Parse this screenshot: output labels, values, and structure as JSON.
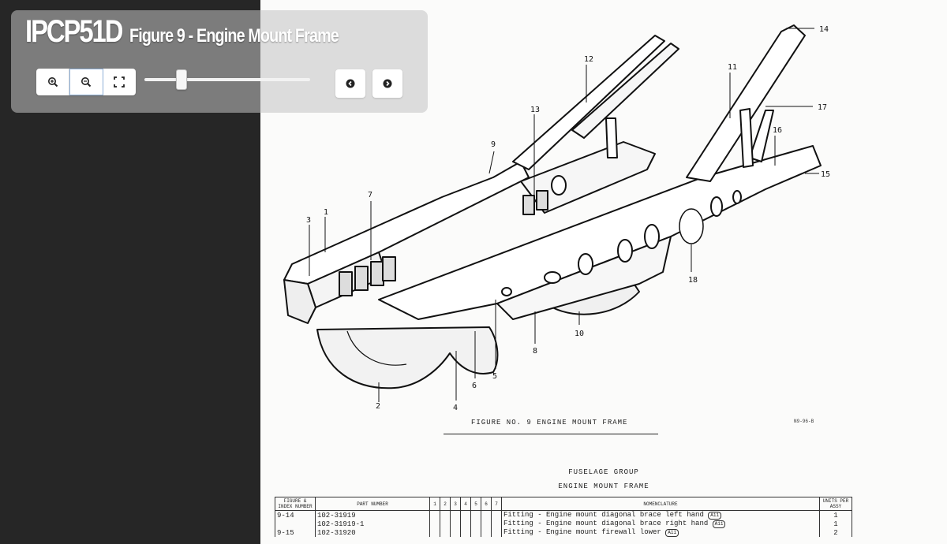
{
  "viewer": {
    "code": "IPCP51D",
    "figure_title": "Figure 9 - Engine Mount Frame",
    "zoom_level": 0.22,
    "icons": {
      "zoom_in": "zoom-in-icon",
      "zoom_out": "zoom-out-icon",
      "fit": "fullscreen-icon",
      "prev": "chevron-left-icon",
      "next": "chevron-right-icon"
    }
  },
  "document": {
    "callouts": [
      "14",
      "12",
      "11",
      "17",
      "13",
      "16",
      "15",
      "9",
      "7",
      "3",
      "1",
      "18",
      "10",
      "8",
      "5",
      "6",
      "4",
      "2"
    ],
    "figure_caption": "FIGURE NO. 9  ENGINE MOUNT FRAME",
    "figure_code": "N9-96-B",
    "group_heading": "FUSELAGE GROUP",
    "section_heading": "ENGINE MOUNT FRAME",
    "table": {
      "headers": {
        "index": "FIGURE & INDEX NUMBER",
        "part": "PART NUMBER",
        "levels": [
          "1",
          "2",
          "3",
          "4",
          "5",
          "6",
          "7"
        ],
        "nomenclature": "NOMENCLATURE",
        "units": "UNITS PER ASSY"
      },
      "rows": [
        {
          "index": "9-14",
          "part": "102-31919",
          "nomenclature": "Fitting - Engine mount diagonal brace left hand",
          "tag": "A11",
          "units": "1"
        },
        {
          "index": "",
          "part": "102-31919-1",
          "nomenclature": "Fitting - Engine mount diagonal brace right hand",
          "tag": "A11",
          "units": "1"
        },
        {
          "index": "9-15",
          "part": "102-31920",
          "nomenclature": "Fitting - Engine mount firewall lower",
          "tag": "A11",
          "units": "2"
        }
      ]
    }
  }
}
